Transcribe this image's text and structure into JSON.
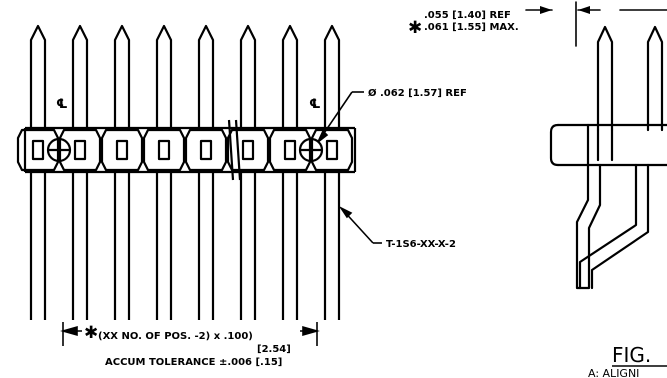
{
  "annotations": {
    "ref_thickness": ".055 [1.40] REF",
    "max_thickness": ".061 [1.55] MAX.",
    "hole_diameter": "Ø .062 [1.57] REF",
    "part_number": "T-1S6-XX-X-2",
    "centerline_mark": "℄",
    "critical_symbol": "✱",
    "pitch_formula": "(XX NO. OF POS. -2) x .100)",
    "pitch_formula_metric": "[2.54]",
    "accum_tolerance": "ACCUM TOLERANCE ±.006 [.15]",
    "figure_label": "FIG.",
    "alignment_note": "A: ALIGNI"
  },
  "diagram": {
    "pin_count": 8,
    "pin_pitch": 0.1,
    "view": "front-and-side"
  }
}
